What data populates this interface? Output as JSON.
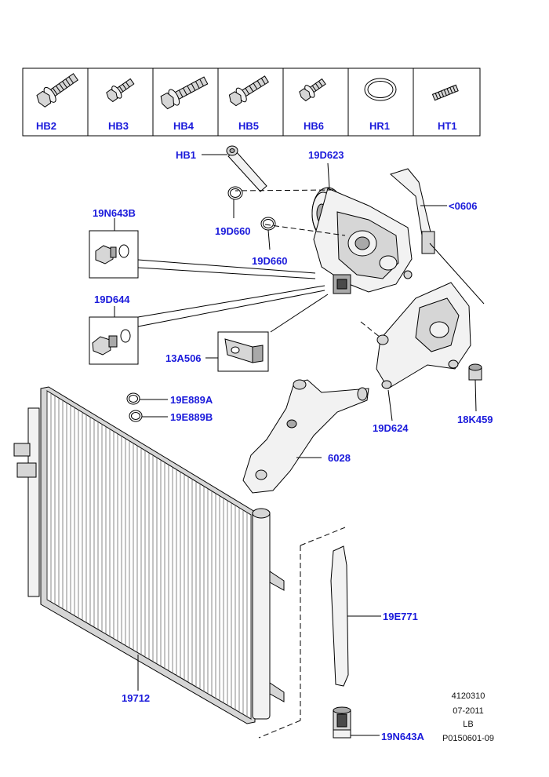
{
  "parts_legend": [
    {
      "code": "HB2",
      "icon": "hex-flange-bolt-icon"
    },
    {
      "code": "HB3",
      "icon": "hex-flange-bolt-short-icon"
    },
    {
      "code": "HB4",
      "icon": "hex-flange-bolt-icon"
    },
    {
      "code": "HB5",
      "icon": "hex-flange-bolt-icon"
    },
    {
      "code": "HB6",
      "icon": "hex-flange-bolt-short-icon"
    },
    {
      "code": "HR1",
      "icon": "o-ring-icon"
    },
    {
      "code": "HT1",
      "icon": "threaded-stud-icon"
    }
  ],
  "callouts": {
    "hb1": "HB1",
    "d623": "19D623",
    "below0606": "<0606",
    "n643b": "19N643B",
    "d660a": "19D660",
    "d660b": "19D660",
    "d644": "19D644",
    "a506": "13A506",
    "e889a": "19E889A",
    "e889b": "19E889B",
    "d624": "19D624",
    "k459": "18K459",
    "p6028": "6028",
    "e771": "19E771",
    "p19712": "19712",
    "n643a": "19N643A"
  },
  "meta": {
    "line1": "4120310",
    "line2": "07-2011",
    "line3": "LB",
    "line4": "P0150601-09"
  }
}
